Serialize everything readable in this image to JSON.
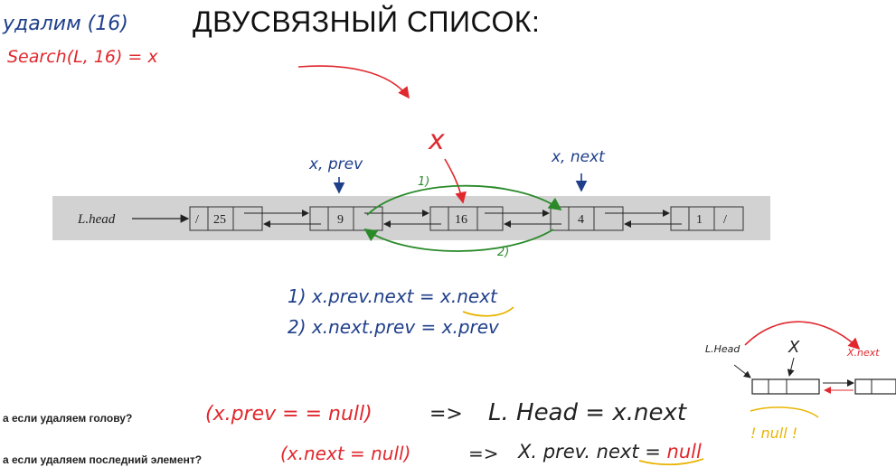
{
  "title": "ДВУСВЯЗНЫЙ СПИСОК:",
  "notes": {
    "delete_note": "удалим (16)",
    "search_call": "Search(L, 16) = x"
  },
  "diagram": {
    "head_label": "L.head",
    "nodes": [
      {
        "key": "25",
        "prev_null": "/",
        "next_null": ""
      },
      {
        "key": "9",
        "prev_null": "",
        "next_null": ""
      },
      {
        "key": "16",
        "prev_null": "",
        "next_null": ""
      },
      {
        "key": "4",
        "prev_null": "",
        "next_null": ""
      },
      {
        "key": "1",
        "prev_null": "",
        "next_null": "/"
      }
    ],
    "label_x": "x",
    "label_prev": "x, prev",
    "label_next": "x, next",
    "step1_marker": "1)",
    "step2_marker": "2)"
  },
  "steps": [
    {
      "num": "1)",
      "lhs": "x.prev.next =",
      "rhs": "x.next"
    },
    {
      "num": "2)",
      "lhs": "x.next.prev =",
      "rhs": "x.prev"
    }
  ],
  "questions": [
    {
      "text": "а если удаляем голову?",
      "condition": "(x.prev = = null)",
      "arrow": "=>",
      "result": "L. Head = x.next"
    },
    {
      "text": "а если удаляем последний элемент?",
      "condition": "(x.next = null)",
      "arrow": "=>",
      "result_lhs": "X. prev. next =",
      "result_rhs": "null"
    }
  ],
  "sketch": {
    "head_label": "L.Head",
    "x_label": "X",
    "next_label": "X.next",
    "null_note": "! null !"
  },
  "colors": {
    "red": "#e0282e",
    "blue": "#1f3f8a",
    "green": "#2a8a2a",
    "yellow": "#e8b400",
    "band": "#d2d2d2"
  }
}
